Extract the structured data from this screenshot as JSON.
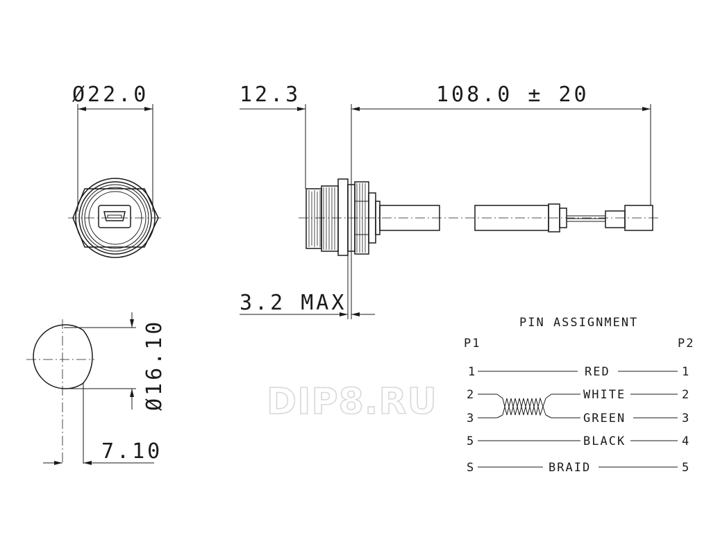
{
  "dimensions": {
    "front_diameter": "Ø22.0",
    "length_offset": "12.3",
    "cable_length": "108.0 ± 20",
    "flange_max": "3.2 MAX",
    "side_diameter": "Ø16.10",
    "side_width": "7.10"
  },
  "pin_assignment": {
    "title": "PIN ASSIGNMENT",
    "left_header": "P1",
    "right_header": "P2",
    "rows": [
      {
        "p1": "1",
        "color": "RED",
        "p2": "1"
      },
      {
        "p1": "2",
        "color": "WHITE",
        "p2": "2"
      },
      {
        "p1": "3",
        "color": "GREEN",
        "p2": "3"
      },
      {
        "p1": "5",
        "color": "BLACK",
        "p2": "4"
      },
      {
        "p1": "S",
        "color": "BRAID",
        "p2": "5"
      }
    ]
  },
  "watermark": "DIP8.RU",
  "colors": {
    "line": "#1a1a1a",
    "background": "#ffffff",
    "watermark_outline": "#d8d8d8"
  }
}
